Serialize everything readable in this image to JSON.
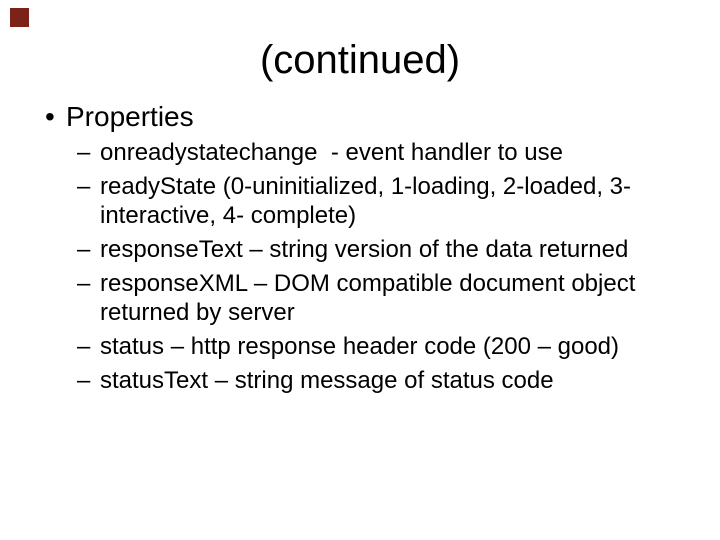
{
  "slide": {
    "title": "(continued)",
    "decor": {
      "color": "#7B2318"
    },
    "bullet": {
      "marker": "•",
      "text": "Properties"
    },
    "sub_bullets": [
      {
        "marker": "–",
        "text": "onreadystatechange  - event handler to use"
      },
      {
        "marker": "–",
        "text": "readyState (0-uninitialized, 1-loading, 2-loaded, 3-interactive, 4- complete)"
      },
      {
        "marker": "–",
        "text": "responseText – string version of the data returned"
      },
      {
        "marker": "–",
        "text": "responseXML – DOM compatible document object returned by server"
      },
      {
        "marker": "–",
        "text": "status – http response header code (200 – good)"
      },
      {
        "marker": "–",
        "text": "statusText – string message of status code"
      }
    ],
    "colors": {
      "background": "#ffffff",
      "text": "#000000"
    }
  }
}
